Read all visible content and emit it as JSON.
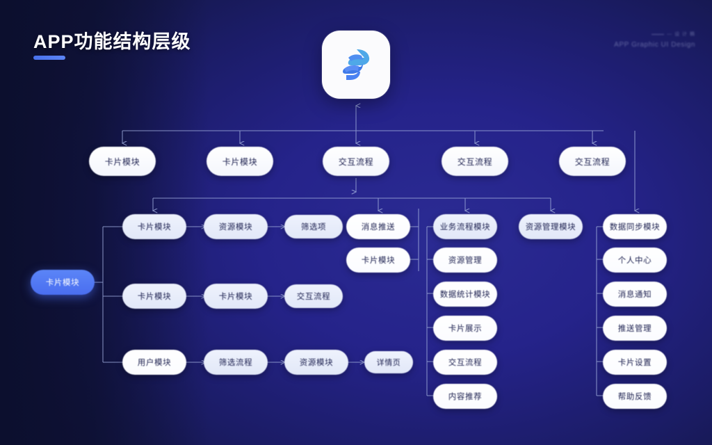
{
  "header": {
    "title": "APP功能结构层级",
    "accent_color": "#4a72ec",
    "watermark_line1": "— 设 计 稿",
    "watermark_line2": "APP Graphic UI Design"
  },
  "logo": {
    "icon": "app-shield-s-logo",
    "bg": "#fbfbfd",
    "glyph_color": "#4a7ef0"
  },
  "diagram": {
    "root": {
      "label": ""
    },
    "level1": [
      {
        "label": "卡片模块"
      },
      {
        "label": "卡片模块"
      },
      {
        "label": "交互流程"
      },
      {
        "label": "交互流程"
      },
      {
        "label": "交互流程"
      }
    ],
    "highlight": {
      "label": "卡片模块"
    },
    "branch_a": [
      {
        "label": "卡片模块"
      },
      {
        "label": "资源模块"
      },
      {
        "label": "筛选项"
      }
    ],
    "branch_b": [
      {
        "label": "卡片模块"
      },
      {
        "label": "卡片模块"
      },
      {
        "label": "交互流程"
      }
    ],
    "branch_c": [
      {
        "label": "用户模块"
      },
      {
        "label": "筛选流程"
      },
      {
        "label": "资源模块"
      },
      {
        "label": "详情页"
      }
    ],
    "column_mid": [
      {
        "label": "消息推送"
      },
      {
        "label": "卡片模块"
      }
    ],
    "column_4_head": {
      "label": "业务流程模块"
    },
    "column_4": [
      {
        "label": "资源管理"
      },
      {
        "label": "数据统计模块"
      },
      {
        "label": "卡片展示"
      },
      {
        "label": "交互流程"
      },
      {
        "label": "内容推荐"
      }
    ],
    "column_5_head": {
      "label": "资源管理模块"
    },
    "column_6_head": {
      "label": "数据同步模块"
    },
    "column_6": [
      {
        "label": "个人中心"
      },
      {
        "label": "消息通知"
      },
      {
        "label": "推送管理"
      },
      {
        "label": "卡片设置"
      },
      {
        "label": "帮助反馈"
      }
    ]
  },
  "colors": {
    "line": "#9aa6d8",
    "node_text": "#1d2150",
    "active_bg": "#4a6ef0"
  }
}
